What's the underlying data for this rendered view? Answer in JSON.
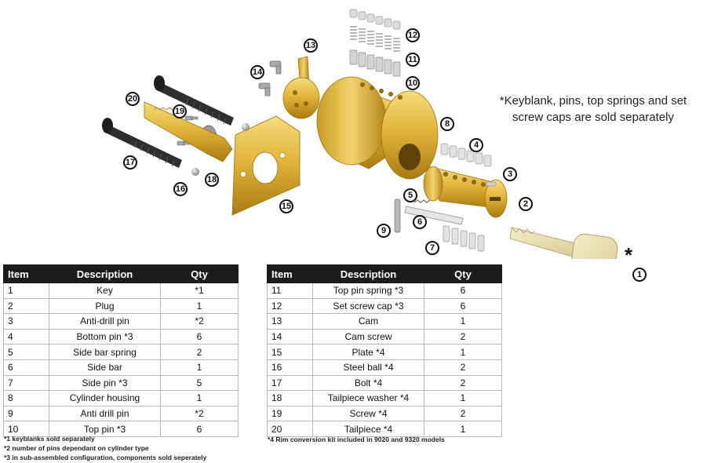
{
  "note": {
    "line1": "*Keyblank, pins, top springs and set",
    "line2": "screw caps are sold separately"
  },
  "callouts": [
    "1",
    "2",
    "3",
    "4",
    "5",
    "6",
    "7",
    "8",
    "9",
    "10",
    "11",
    "12",
    "13",
    "14",
    "15",
    "16",
    "17",
    "18",
    "19",
    "20"
  ],
  "key_asterisk": "*",
  "tables": {
    "headers": {
      "item": "Item",
      "description": "Description",
      "qty": "Qty"
    },
    "left": [
      {
        "item": "1",
        "description": "Key",
        "qty": "*1"
      },
      {
        "item": "2",
        "description": "Plug",
        "qty": "1"
      },
      {
        "item": "3",
        "description": "Anti-drill pin",
        "qty": "*2"
      },
      {
        "item": "4",
        "description": "Bottom pin *3",
        "qty": "6"
      },
      {
        "item": "5",
        "description": "Side bar spring",
        "qty": "2"
      },
      {
        "item": "6",
        "description": "Side bar",
        "qty": "1"
      },
      {
        "item": "7",
        "description": "Side pin *3",
        "qty": "5"
      },
      {
        "item": "8",
        "description": "Cylinder housing",
        "qty": "1"
      },
      {
        "item": "9",
        "description": "Anti drill pin",
        "qty": "*2"
      },
      {
        "item": "10",
        "description": "Top pin *3",
        "qty": "6"
      }
    ],
    "right": [
      {
        "item": "11",
        "description": "Top pin spring *3",
        "qty": "6"
      },
      {
        "item": "12",
        "description": "Set screw cap *3",
        "qty": "6"
      },
      {
        "item": "13",
        "description": "Cam",
        "qty": "1"
      },
      {
        "item": "14",
        "description": "Cam screw",
        "qty": "2"
      },
      {
        "item": "15",
        "description": "Plate *4",
        "qty": "1"
      },
      {
        "item": "16",
        "description": "Steel ball *4",
        "qty": "2"
      },
      {
        "item": "17",
        "description": "Bolt *4",
        "qty": "2"
      },
      {
        "item": "18",
        "description": "Tailpiece washer *4",
        "qty": "1"
      },
      {
        "item": "19",
        "description": "Screw *4",
        "qty": "2"
      },
      {
        "item": "20",
        "description": "Tailpiece *4",
        "qty": "1"
      }
    ]
  },
  "footnotes": {
    "left": [
      "*1 keyblanks sold separately",
      "*2 number of pins dependant on cylinder type",
      "*3 in sub-assembled configuration, components sold seperately"
    ],
    "right": "*4 Rim conversion kit included in 9020 and 9320 models"
  },
  "colors": {
    "brass": "#e2b53a",
    "brass_dark": "#b98a1c",
    "brass_light": "#f6dc7e",
    "steel": "#9a9a9a",
    "bolt": "#2a2a2a",
    "header_bg": "#1c1c1c"
  }
}
